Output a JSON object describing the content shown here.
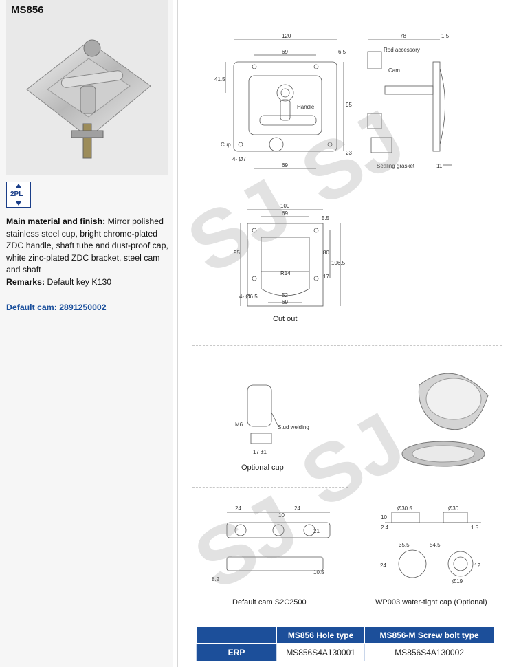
{
  "product": {
    "model": "MS856",
    "badge_label": "2PL",
    "material_label": "Main material and finish:",
    "material_text": "Mirror polished stainless steel cup, bright chrome-plated ZDC handle, shaft tube and dust-proof cap, white zinc-plated ZDC bracket, steel cam and shaft",
    "remarks_label": "Remarks:",
    "remarks_text": "Default key K130",
    "default_cam": "Default cam: 2891250002"
  },
  "drawing": {
    "labels": {
      "rod_accessory": "Rod accessory",
      "cam": "Cam",
      "handle": "Handle",
      "cup": "Cup",
      "sealing_gasket": "Sealing grasket",
      "stud_welding": "Stud welding"
    },
    "dims_main": {
      "d120": "120",
      "d69a": "69",
      "d6_5": "6.5",
      "d41_5": "41.5",
      "d95": "95",
      "d23": "23",
      "d69b": "69",
      "hole": "4- Ø7",
      "d78": "78",
      "d1_5": "1.5",
      "d11": "11"
    },
    "dims_cutout": {
      "d100": "100",
      "d69a": "69",
      "d5_5": "5.5",
      "d95": "95",
      "d80": "80",
      "d106_5": "106.5",
      "d17": "17",
      "r14": "R14",
      "d52": "52",
      "d69b": "69",
      "hole": "4- Ø6.5"
    },
    "dims_cup": {
      "m6": "M6",
      "d17": "17 ±1"
    },
    "dims_cam": {
      "d24a": "24",
      "d10": "10",
      "d24b": "24",
      "d21": "21",
      "d10_5": "10.5",
      "d8_2": "8.2"
    },
    "dims_cap": {
      "d30_5": "Ø30.5",
      "d30": "Ø30",
      "d10": "10",
      "d2_4": "2.4",
      "d35_5": "35.5",
      "d54_5": "54.5",
      "d19": "Ø19",
      "d24": "24",
      "d12": "12",
      "d1_5": "1.5"
    },
    "captions": {
      "cutout": "Cut out",
      "optional_cup": "Optional cup",
      "default_cam": "Default cam S2C2500",
      "cap": "WP003 water-tight cap (Optional)"
    }
  },
  "watermark": "SJ",
  "erp_table": {
    "headers": [
      "",
      "MS856 Hole type",
      "MS856-M Screw bolt type"
    ],
    "rows": [
      {
        "label": "ERP",
        "values": [
          "MS856S4A130001",
          "MS856S4A130002"
        ]
      }
    ]
  }
}
